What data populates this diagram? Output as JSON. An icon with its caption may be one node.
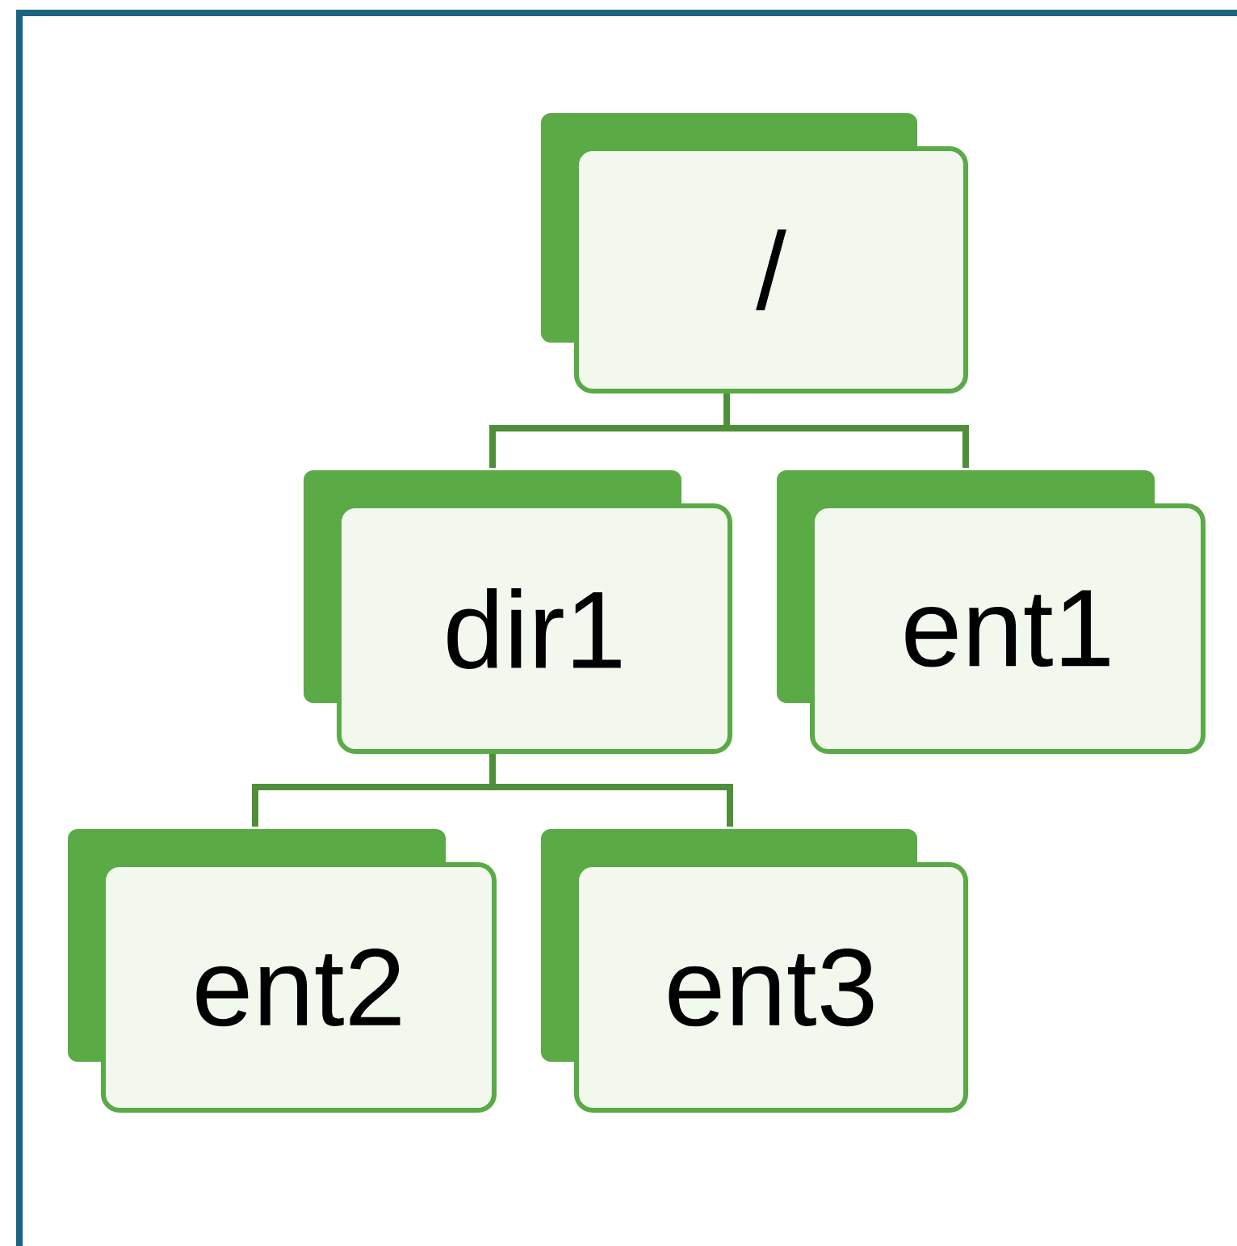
{
  "diagram": {
    "nodes": [
      {
        "text": [
          "/"
        ]
      },
      {
        "text": [
          "dir1"
        ]
      },
      {
        "text": [
          "ent1"
        ]
      },
      {
        "text": [
          "ent2"
        ]
      },
      {
        "text": [
          "ent3"
        ]
      }
    ],
    "edges": [
      {
        "from": 0,
        "to": 1,
        "arrow": "none"
      },
      {
        "from": 0,
        "to": 2,
        "arrow": "none"
      },
      {
        "from": 1,
        "to": 3,
        "arrow": "none"
      },
      {
        "from": 1,
        "to": 4,
        "arrow": "none"
      }
    ]
  }
}
